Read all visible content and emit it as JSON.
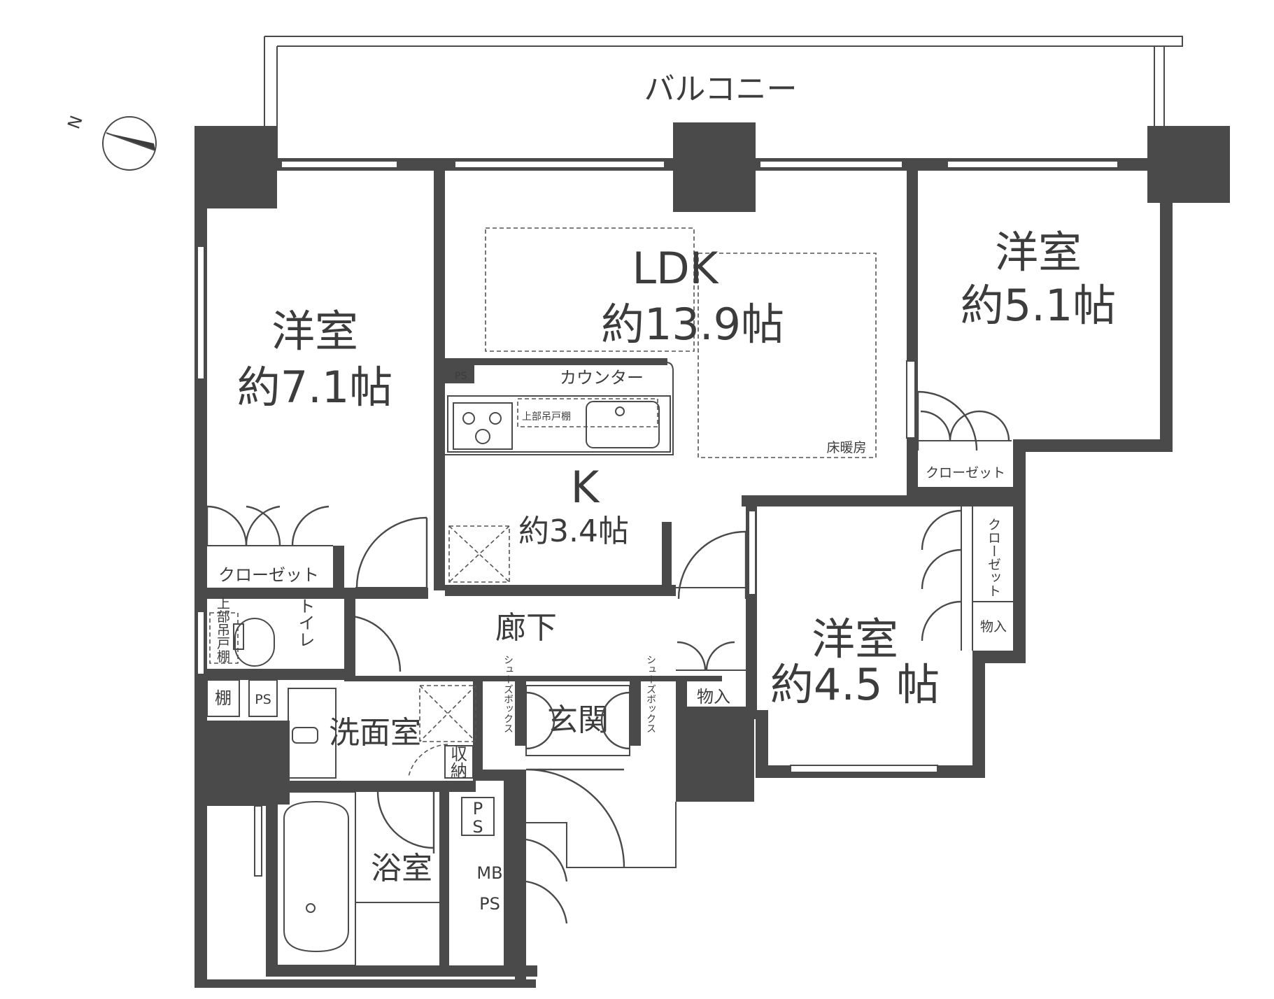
{
  "rooms": {
    "balcony": "バルコニー",
    "ldk_name": "LDK",
    "ldk_area": "約13.9帖",
    "western_left_name": "洋室",
    "western_left_area": "約7.1帖",
    "western_right_name": "洋室",
    "western_right_area": "約5.1帖",
    "western_bottom_name": "洋室",
    "western_bottom_area": "約4.5 帖",
    "kitchen_name": "K",
    "kitchen_area": "約3.4帖",
    "hallway": "廊下",
    "entrance": "玄関",
    "washroom": "洗面室",
    "bathroom": "浴室"
  },
  "labels": {
    "counter": "カウンター",
    "upper_cabinet": "上部吊戸棚",
    "floor_heating": "床暖房",
    "closet": "クローゼット",
    "storage": "物入",
    "toilet": "トイレ",
    "toilet_upper_cabinet": "上部吊戸棚",
    "shelf": "棚",
    "ps": "PS",
    "ps_stacked": [
      "P",
      "S"
    ],
    "mbps": [
      "MB",
      "PS"
    ],
    "shoe_box": "シューズボックス",
    "storage_small": [
      "収",
      "納"
    ]
  },
  "compass": {
    "north_label": "N"
  },
  "colors": {
    "wall": "#4a4a4a",
    "text": "#3c3c3c",
    "background": "#ffffff"
  }
}
